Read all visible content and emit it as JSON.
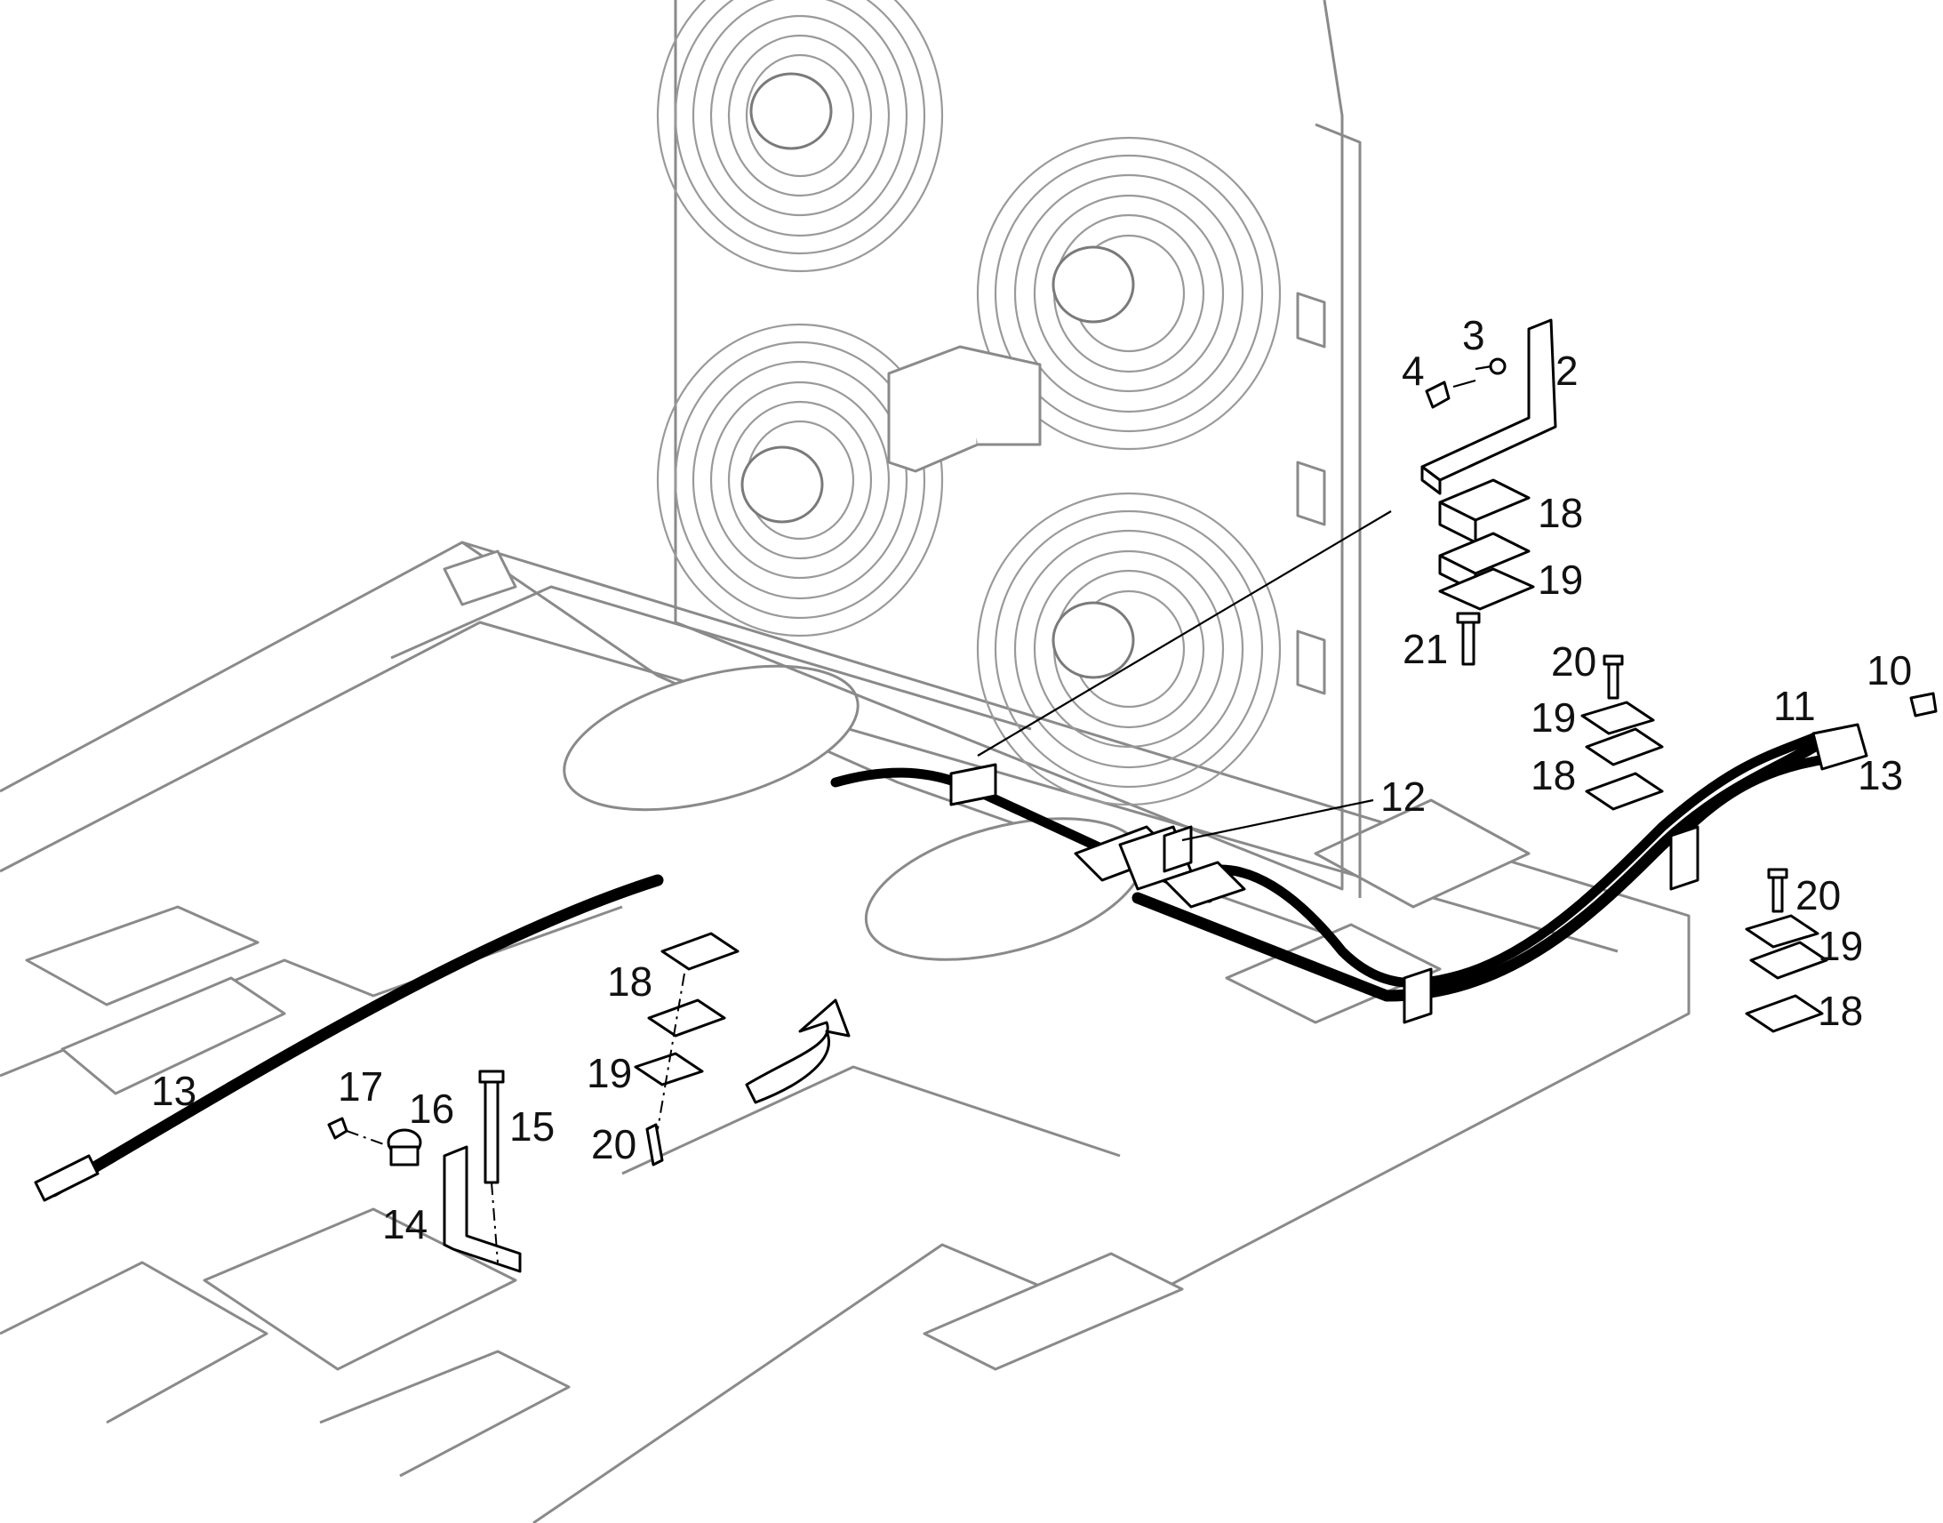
{
  "callouts": [
    {
      "id": "c2",
      "text": "2"
    },
    {
      "id": "c3",
      "text": "3"
    },
    {
      "id": "c4",
      "text": "4"
    },
    {
      "id": "c18a",
      "text": "18"
    },
    {
      "id": "c19a",
      "text": "19"
    },
    {
      "id": "c21",
      "text": "21"
    },
    {
      "id": "c20a",
      "text": "20"
    },
    {
      "id": "c19b",
      "text": "19"
    },
    {
      "id": "c18b",
      "text": "18"
    },
    {
      "id": "c10",
      "text": "10"
    },
    {
      "id": "c11",
      "text": "11"
    },
    {
      "id": "c13a",
      "text": "13"
    },
    {
      "id": "c12",
      "text": "12"
    },
    {
      "id": "c20b",
      "text": "20"
    },
    {
      "id": "c19c",
      "text": "19"
    },
    {
      "id": "c18c",
      "text": "18"
    },
    {
      "id": "c18d",
      "text": "18"
    },
    {
      "id": "c19d",
      "text": "19"
    },
    {
      "id": "c20c",
      "text": "20"
    },
    {
      "id": "c13b",
      "text": "13"
    },
    {
      "id": "c17",
      "text": "17"
    },
    {
      "id": "c16",
      "text": "16"
    },
    {
      "id": "c15",
      "text": "15"
    },
    {
      "id": "c14",
      "text": "14"
    }
  ],
  "colors": {
    "line": "#000000",
    "frame": "#8a8a8a",
    "fan": "#9a9a9a",
    "background": "#ffffff"
  }
}
